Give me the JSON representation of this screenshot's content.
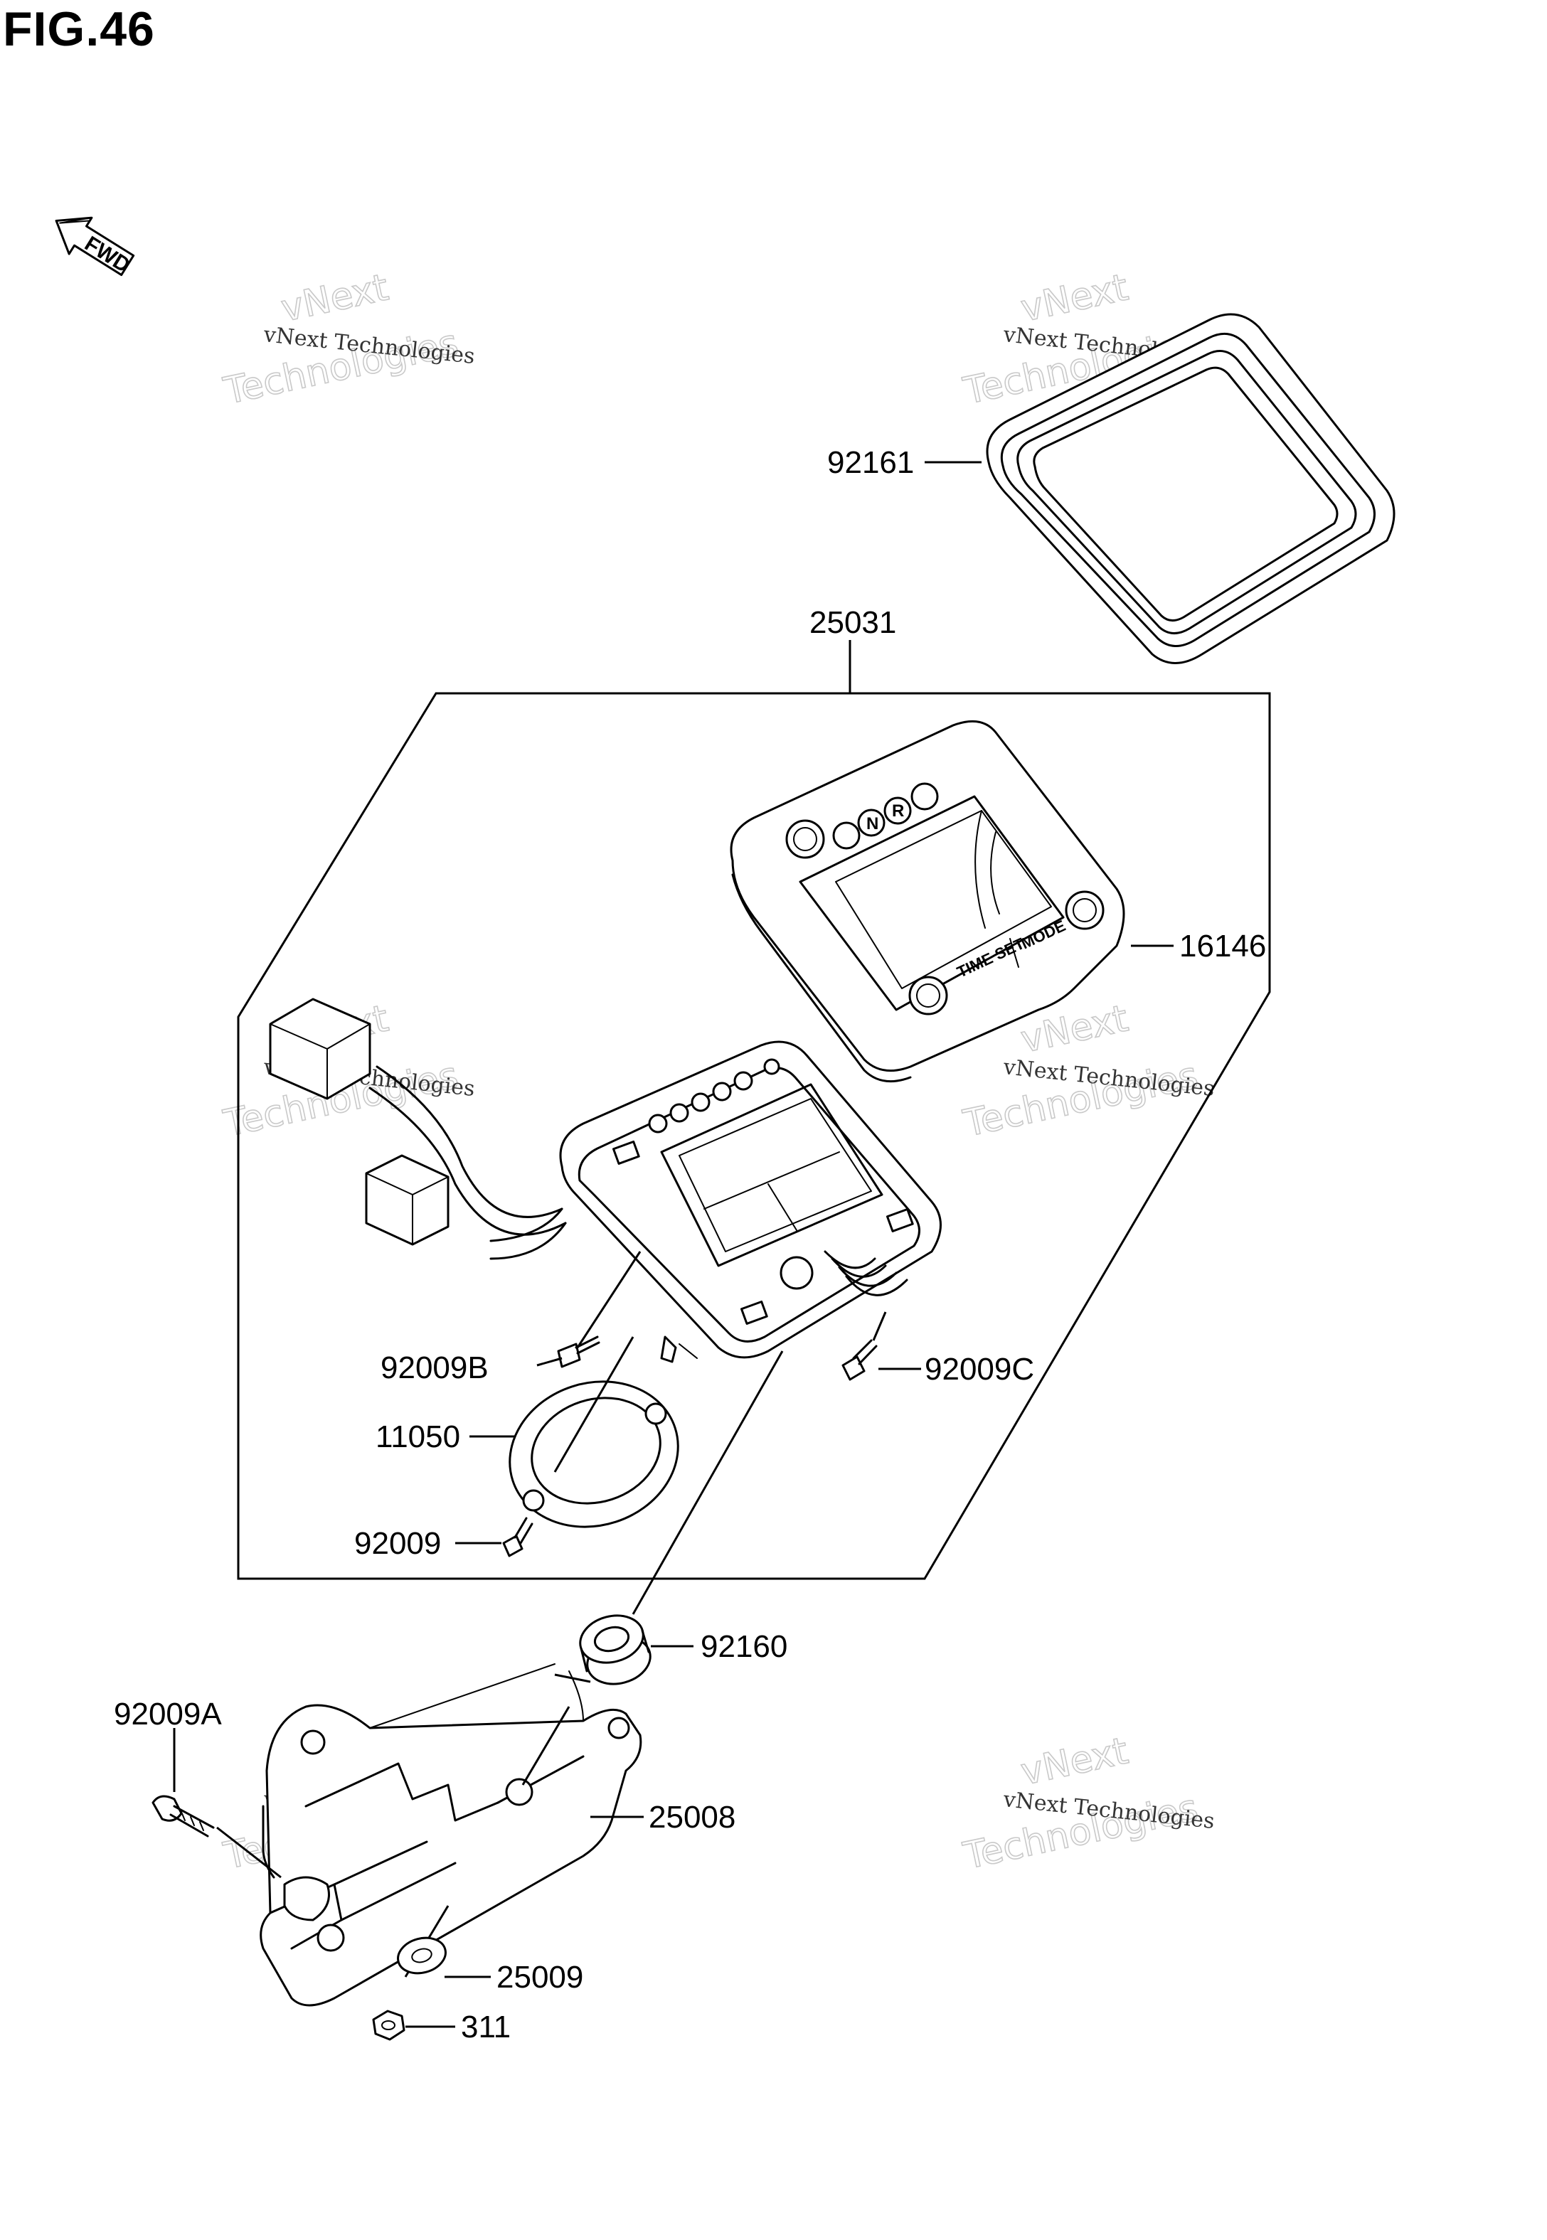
{
  "figure": {
    "title": "FIG.46"
  },
  "direction_badge": {
    "text": "FWD",
    "icon": "fwd-arrow-icon"
  },
  "watermark": {
    "line1": "vNext Technologies",
    "line2": "vNext",
    "line3": "Technologies"
  },
  "gauge_labels": {
    "time_set": "TIME SET",
    "mode": "MODE",
    "neutral": "N",
    "reverse": "R"
  },
  "parts": {
    "p92161": "92161",
    "p25031": "25031",
    "p16146": "16146",
    "p92009B": "92009B",
    "p92009C": "92009C",
    "p11050": "11050",
    "p92009": "92009",
    "p92160": "92160",
    "p92009A": "92009A",
    "p25008": "25008",
    "p25009": "25009",
    "p311": "311"
  }
}
